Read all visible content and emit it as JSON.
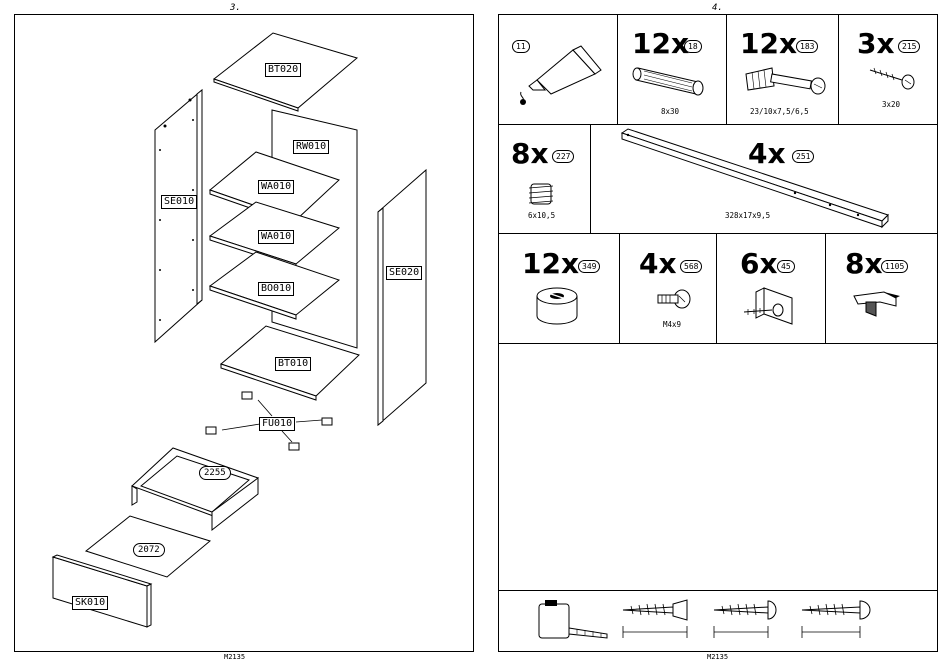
{
  "left_page": {
    "page_number": "3.",
    "footer": "M2135",
    "parts": {
      "bt020": "BT020",
      "rw010": "RW010",
      "se010": "SE010",
      "wa010_top": "WA010",
      "wa010_bottom": "WA010",
      "bo010": "BO010",
      "se020": "SE020",
      "bt010": "BT010",
      "fu010": "FU010",
      "p2255": "2255",
      "p2072": "2072",
      "sk010": "SK010"
    }
  },
  "right_page": {
    "page_number": "4.",
    "footer": "M2135",
    "hardware": {
      "glue": {
        "part": "11"
      },
      "dowel": {
        "qty": "12x",
        "part": "18",
        "dim": "8x30"
      },
      "connector_bolt": {
        "qty": "12x",
        "part": "183",
        "dim": "23/10x7,5/6,5"
      },
      "screw_3x20": {
        "qty": "3x",
        "part": "215",
        "dim": "3x20"
      },
      "insert": {
        "qty": "8x",
        "part": "227",
        "dim": "6x10,5"
      },
      "rail": {
        "qty": "4x",
        "part": "251",
        "dim": "328x17x9,5"
      },
      "cam_lock": {
        "qty": "12x",
        "part": "349"
      },
      "screw_m4": {
        "qty": "4x",
        "part": "568",
        "dim": "M4x9"
      },
      "bracket": {
        "qty": "6x",
        "part": "45"
      },
      "shelf_pin": {
        "qty": "8x",
        "part": "1105"
      }
    }
  }
}
